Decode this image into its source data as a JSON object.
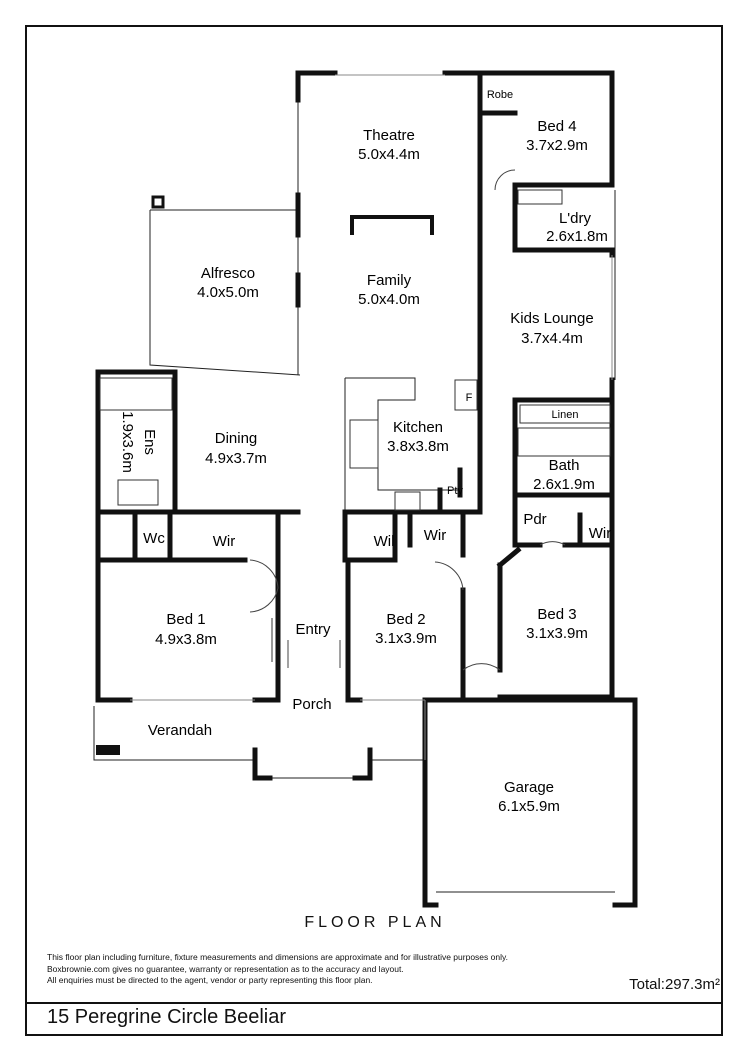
{
  "rooms": {
    "theatre": {
      "name": "Theatre",
      "dim": "5.0x4.4m"
    },
    "bed4": {
      "name": "Bed 4",
      "dim": "3.7x2.9m"
    },
    "robe": {
      "name": "Robe"
    },
    "laundry": {
      "name": "L'dry",
      "dim": "2.6x1.8m"
    },
    "alfresco": {
      "name": "Alfresco",
      "dim": "4.0x5.0m"
    },
    "family": {
      "name": "Family",
      "dim": "5.0x4.0m"
    },
    "kids_lounge": {
      "name": "Kids Lounge",
      "dim": "3.7x4.4m"
    },
    "ens": {
      "name": "Ens",
      "dim": "1.9x3.6m"
    },
    "dining": {
      "name": "Dining",
      "dim": "4.9x3.7m"
    },
    "kitchen": {
      "name": "Kitchen",
      "dim": "3.8x3.8m"
    },
    "fridge": {
      "name": "F"
    },
    "linen": {
      "name": "Linen"
    },
    "bath": {
      "name": "Bath",
      "dim": "2.6x1.9m"
    },
    "pantry": {
      "name": "Pty"
    },
    "wc": {
      "name": "Wc"
    },
    "wir1": {
      "name": "Wir"
    },
    "wil": {
      "name": "Wil"
    },
    "wir2": {
      "name": "Wir"
    },
    "powder": {
      "name": "Pdr"
    },
    "wir3": {
      "name": "Wir"
    },
    "bed1": {
      "name": "Bed 1",
      "dim": "4.9x3.8m"
    },
    "entry": {
      "name": "Entry"
    },
    "bed2": {
      "name": "Bed 2",
      "dim": "3.1x3.9m"
    },
    "bed3": {
      "name": "Bed 3",
      "dim": "3.1x3.9m"
    },
    "porch": {
      "name": "Porch"
    },
    "verandah": {
      "name": "Verandah"
    },
    "garage": {
      "name": "Garage",
      "dim": "6.1x5.9m"
    }
  },
  "footer": {
    "plan_title": "FLOOR PLAN",
    "disclaimer_1": "This floor plan including furniture, fixture measurements and dimensions are approximate and for illustrative purposes only.",
    "disclaimer_2": "Boxbrownie.com gives no guarantee, warranty or representation as to the accuracy and layout.",
    "disclaimer_3": "All enquiries must be directed to the agent, vendor or party representing this floor plan.",
    "total": "Total:297.3m²",
    "address": "15 Peregrine Circle Beeliar"
  }
}
